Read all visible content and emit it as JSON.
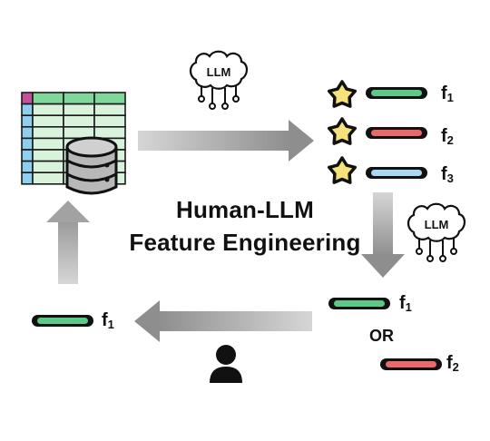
{
  "title_line1": "Human-LLM",
  "title_line2": "Feature Engineering",
  "llm_label": "LLM",
  "or_label": "OR",
  "features_top": [
    {
      "letter": "f",
      "sub": "1",
      "color": "#5cc98a"
    },
    {
      "letter": "f",
      "sub": "2",
      "color": "#e86a6a"
    },
    {
      "letter": "f",
      "sub": "3",
      "color": "#a9d8f5"
    }
  ],
  "features_choice": [
    {
      "letter": "f",
      "sub": "1",
      "color": "#5cc98a"
    },
    {
      "letter": "f",
      "sub": "2",
      "color": "#e86a6a"
    }
  ],
  "feature_selected": {
    "letter": "f",
    "sub": "1",
    "color": "#5cc98a"
  },
  "colors": {
    "star": "#f5e27a",
    "arrow": "#9a9a9a",
    "table_header": "#7fd89a",
    "table_cell": "#d9f2dc",
    "table_rowhead": "#8ecff0",
    "table_corner": "#c2509a",
    "outline": "#111111"
  },
  "icons": [
    "spreadsheet-icon",
    "database-icon",
    "brain-llm-icon",
    "star-icon",
    "person-icon"
  ]
}
